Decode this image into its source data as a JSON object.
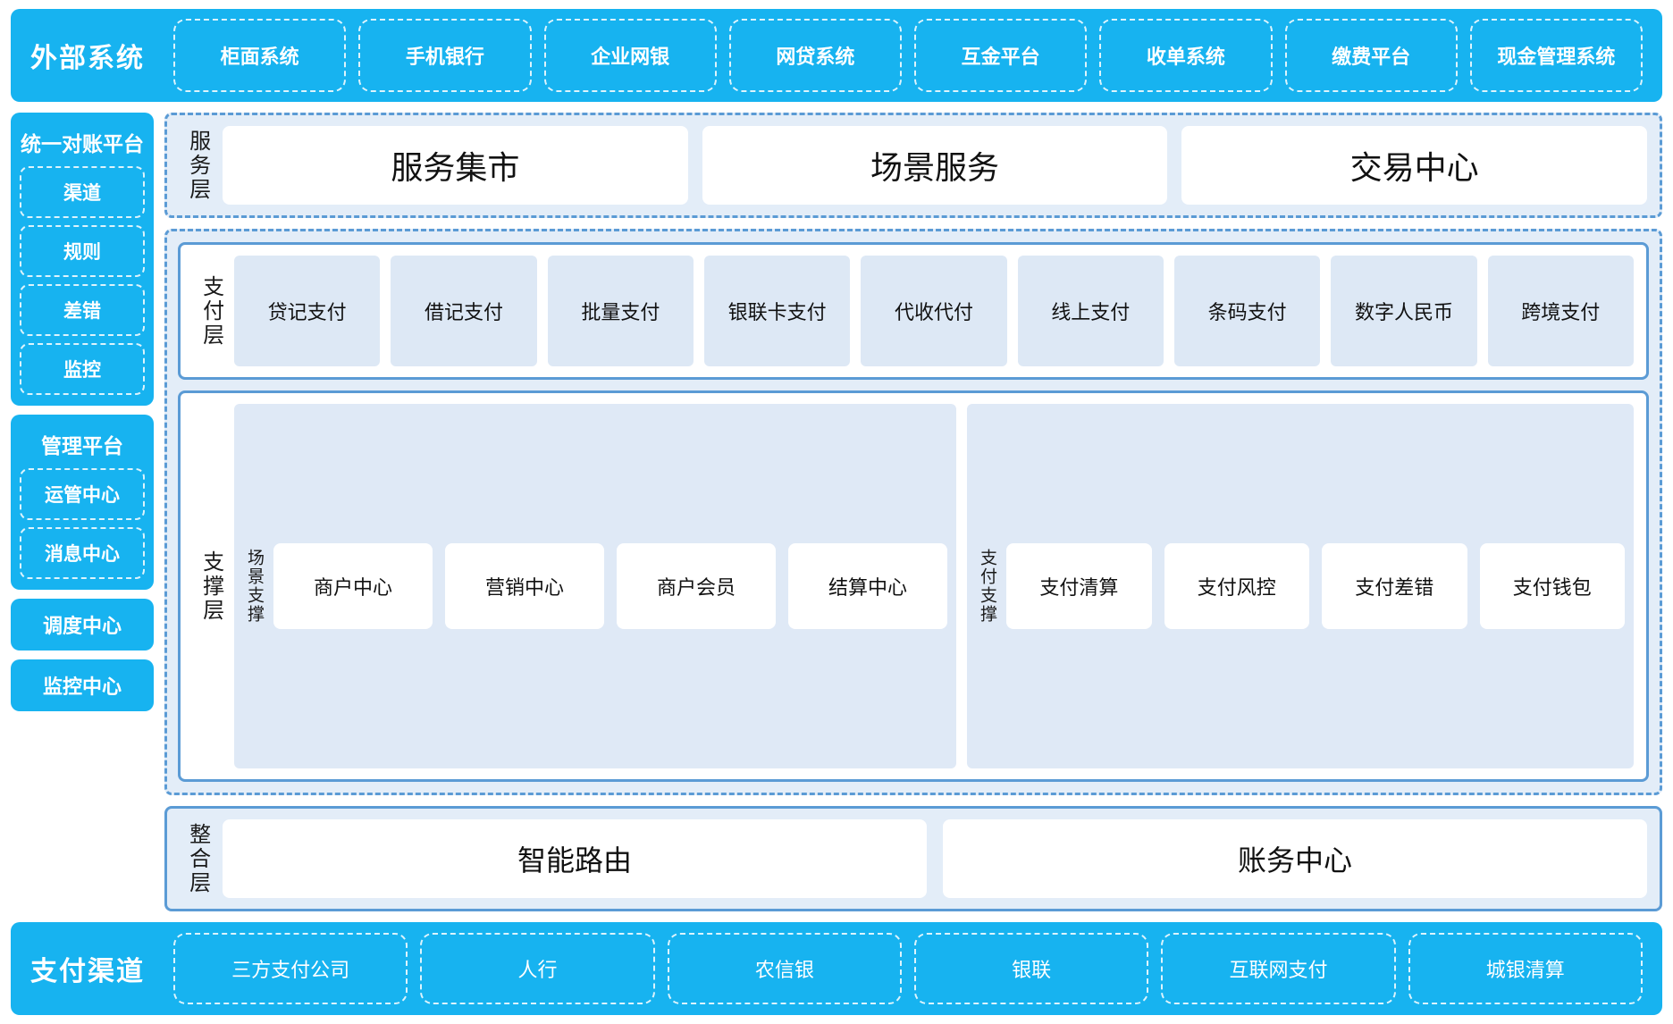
{
  "external_systems": {
    "title": "外部系统",
    "items": [
      "柜面系统",
      "手机银行",
      "企业网银",
      "网贷系统",
      "互金平台",
      "收单系统",
      "缴费平台",
      "现金管理系统"
    ]
  },
  "left_rail": {
    "reconciliation": {
      "title": "统一对账平台",
      "items": [
        "渠道",
        "规则",
        "差错",
        "监控"
      ]
    },
    "management": {
      "title": "管理平台",
      "items": [
        "运管中心",
        "消息中心"
      ]
    },
    "standalone": [
      "调度中心",
      "监控中心"
    ]
  },
  "service_layer": {
    "label": "服务层",
    "items": [
      "服务集市",
      "场景服务",
      "交易中心"
    ]
  },
  "payment_layer": {
    "label": "支付层",
    "items": [
      "贷记支付",
      "借记支付",
      "批量支付",
      "银联卡支付",
      "代收代付",
      "线上支付",
      "条码支付",
      "数字人民币",
      "跨境支付"
    ]
  },
  "support_layer": {
    "label": "支撑层",
    "groups": [
      {
        "label": "场景支撑",
        "items": [
          "商户中心",
          "营销中心",
          "商户会员",
          "结算中心"
        ]
      },
      {
        "label": "支付支撑",
        "items": [
          "支付清算",
          "支付风控",
          "支付差错",
          "支付钱包"
        ]
      }
    ]
  },
  "integration_layer": {
    "label": "整合层",
    "items": [
      "智能路由",
      "账务中心"
    ]
  },
  "payment_channels": {
    "title": "支付渠道",
    "items": [
      "三方支付公司",
      "人行",
      "农信银",
      "银联",
      "互联网支付",
      "城银清算"
    ]
  },
  "colors": {
    "brand_blue": "#17b3f0",
    "border_blue": "#5b9bd5",
    "panel_fill": "#e3edf8",
    "card_fill": "#dde8f5"
  }
}
